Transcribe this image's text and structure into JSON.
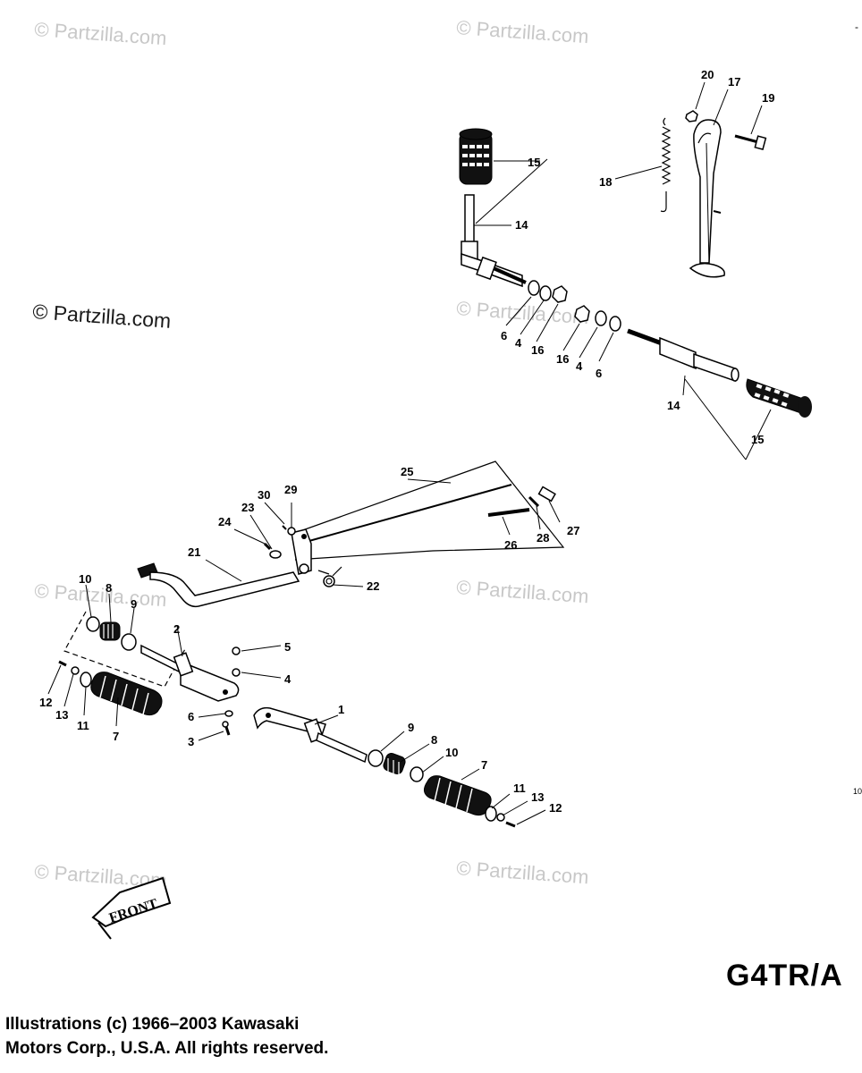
{
  "watermarks": [
    "© Partzilla.com",
    "© Partzilla.com",
    "© Partzilla.com",
    "© Partzilla.com",
    "© Partzilla.com",
    "© Partzilla.com",
    "© Partzilla.com",
    "© Partzilla.com"
  ],
  "front_label": "FRONT",
  "model_code": "G4TR/A",
  "edge_marks": [
    "-",
    "10"
  ],
  "copyright": {
    "line1": "Illustrations (c) 1966–2003 Kawasaki",
    "line2": "Motors Corp., U.S.A.  All rights reserved."
  },
  "callouts": [
    "20",
    "17",
    "19",
    "15",
    "18",
    "14",
    "6",
    "4",
    "16",
    "16",
    "4",
    "6",
    "14",
    "15",
    "25",
    "30",
    "29",
    "23",
    "24",
    "21",
    "26",
    "28",
    "27",
    "22",
    "10",
    "8",
    "9",
    "2",
    "5",
    "4",
    "12",
    "13",
    "11",
    "7",
    "6",
    "3",
    "1",
    "9",
    "8",
    "10",
    "7",
    "11",
    "13",
    "12"
  ]
}
